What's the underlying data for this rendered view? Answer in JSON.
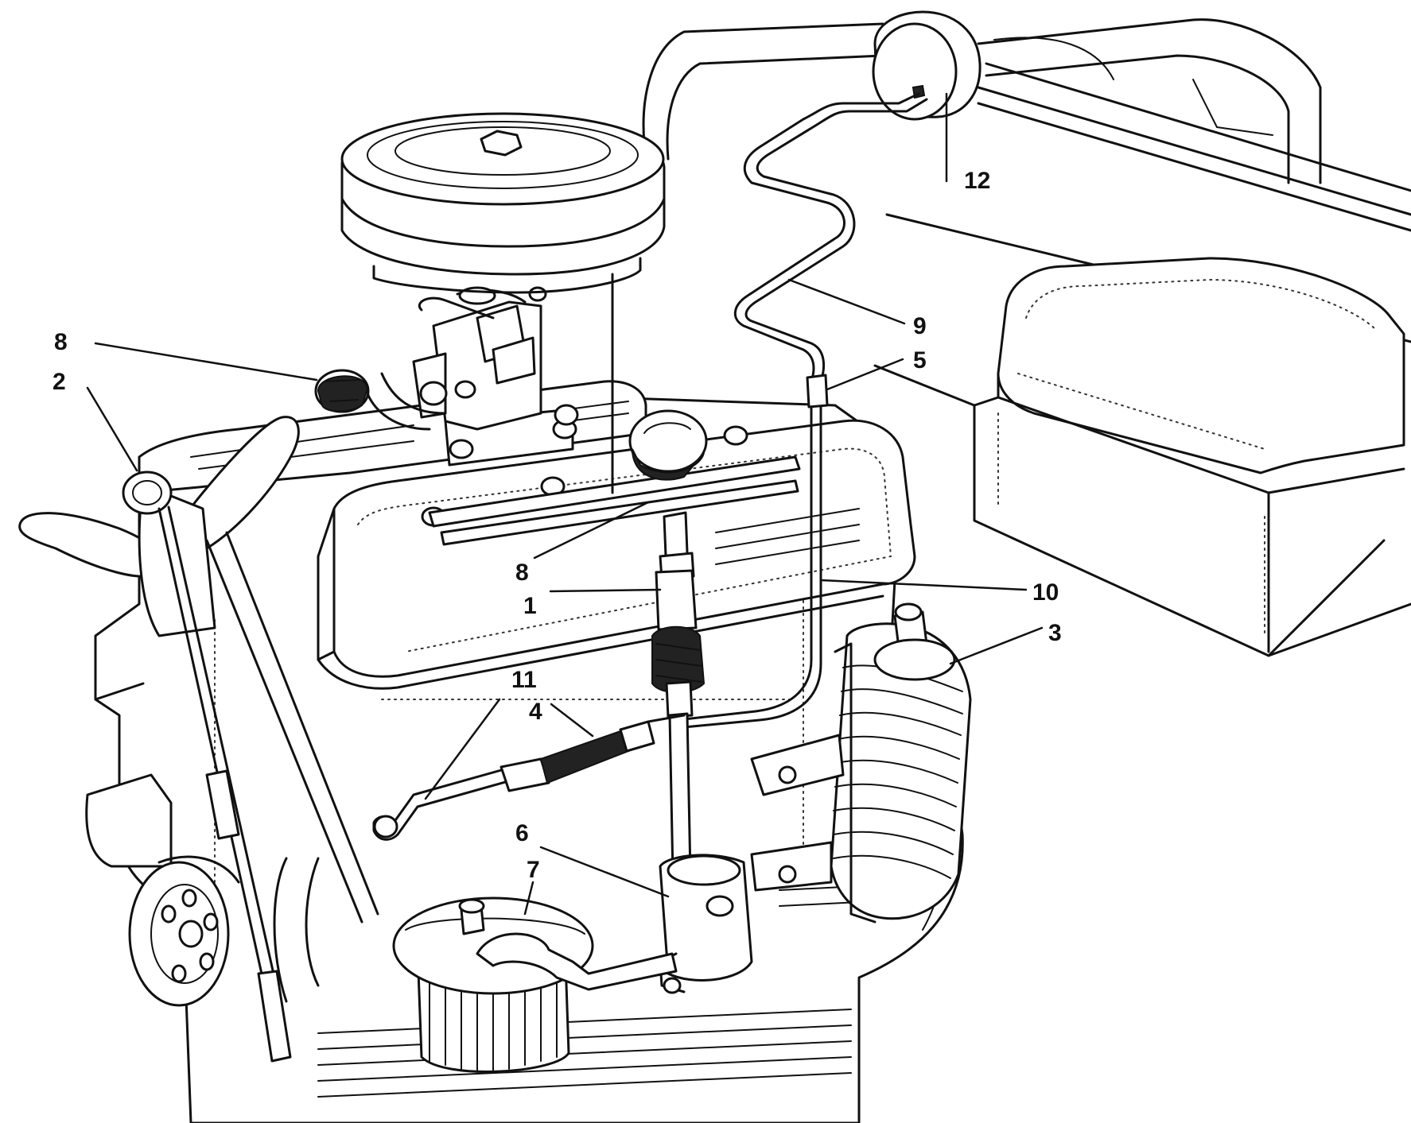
{
  "diagram": {
    "callouts": {
      "c1": "1",
      "c2": "2",
      "c3": "3",
      "c4": "4",
      "c5": "5",
      "c6": "6",
      "c7": "7",
      "c8a": "8",
      "c8b": "8",
      "c9": "9",
      "c10": "10",
      "c11": "11",
      "c12": "12"
    }
  }
}
